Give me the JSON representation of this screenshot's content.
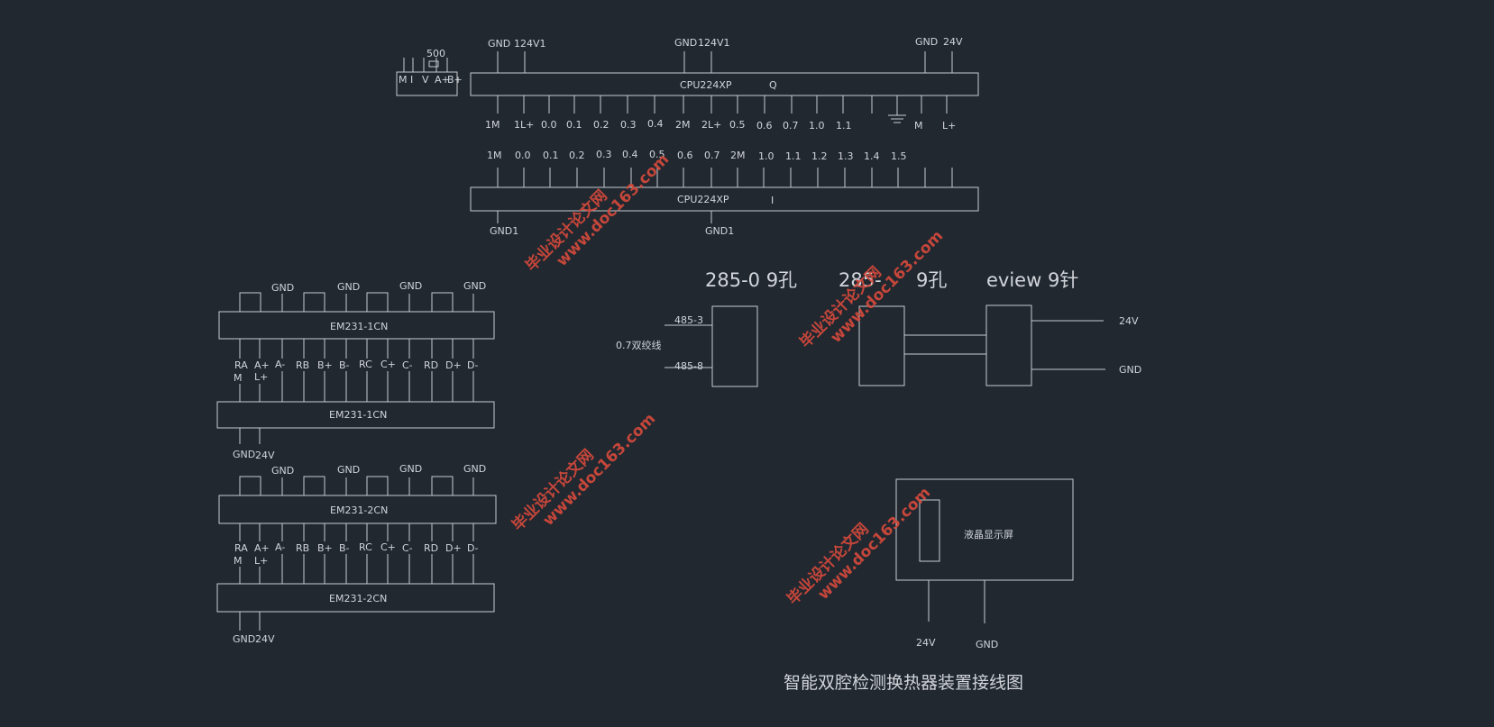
{
  "plc_q": {
    "label": "CPU224XP",
    "suffix": "Q",
    "top_terms": [
      "GND",
      "124V1",
      "GND",
      "124V1",
      "GND",
      "24V"
    ],
    "bottom_terms": [
      "1M",
      "1L+",
      "0.0",
      "0.1",
      "0.2",
      "0.3",
      "0.4",
      "2M",
      "2L+",
      "0.5",
      "0.6",
      "0.7",
      "1.0",
      "1.1",
      "M",
      "L+"
    ]
  },
  "plc_i": {
    "label": "CPU224XP",
    "suffix": "I",
    "top_terms": [
      "1M",
      "0.0",
      "0.1",
      "0.2",
      "0.3",
      "0.4",
      "0.5",
      "0.6",
      "0.7",
      "2M",
      "1.0",
      "1.1",
      "1.2",
      "1.3",
      "1.4",
      "1.5"
    ],
    "bottom_terms": [
      "GND1",
      "GND1"
    ]
  },
  "small_block": {
    "top_label": "500",
    "terms": [
      "M",
      "I",
      "V",
      "A+",
      "B+"
    ]
  },
  "em1": {
    "label_top": "EM231-1CN",
    "label_bottom": "EM231-1CN",
    "gnd_labels": [
      "GND",
      "GND",
      "GND",
      "GND"
    ],
    "pins": [
      "RA",
      "A+",
      "A-",
      "RB",
      "B+",
      "B-",
      "RC",
      "C+",
      "C-",
      "RD",
      "D+",
      "D-"
    ],
    "pins_row2": [
      "M",
      "L+"
    ],
    "power": [
      "GND",
      "24V"
    ]
  },
  "em2": {
    "label_top": "EM231-2CN",
    "label_bottom": "EM231-2CN",
    "gnd_labels": [
      "GND",
      "GND",
      "GND",
      "GND"
    ],
    "pins": [
      "RA",
      "A+",
      "A-",
      "RB",
      "B+",
      "B-",
      "RC",
      "C+",
      "C-",
      "RD",
      "D+",
      "D-"
    ],
    "pins_row2": [
      "M",
      "L+"
    ],
    "power": [
      "GND",
      "24V"
    ]
  },
  "comm": {
    "h1": "285-0 9孔",
    "h2": "285-",
    "h2b": "9孔",
    "h3": "eview 9针",
    "p1": "485-3",
    "p2": "485-8",
    "note": "0.7双绞线",
    "v24": "24V",
    "gnd": "GND"
  },
  "lcd": {
    "label": "液晶显示屏",
    "v24": "24V",
    "gnd": "GND"
  },
  "title": "智能双腔检测换热器装置接线图",
  "watermark": {
    "line1": "毕业设计论文网",
    "line2": "www.doc163.com"
  },
  "colors": {
    "background": "#212830",
    "line": "#c8cbd0",
    "watermark": "#d84a3c"
  }
}
